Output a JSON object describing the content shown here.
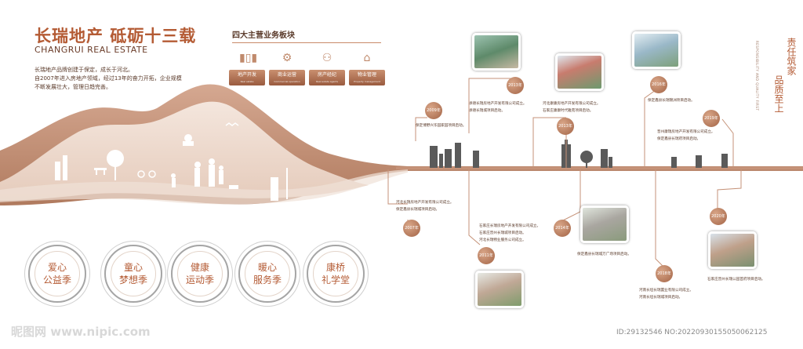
{
  "header": {
    "title_cn": "长瑞地产  砥砺十三载",
    "title_en": "CHANGRUI REAL ESTATE",
    "intro_lines": [
      "长瑞地产品牌创建于保定，成长于河北。",
      "自2007年进入房地产领域，经过13年的奋力开拓，企业规模",
      "不断发展壮大，管理日趋完善。"
    ]
  },
  "business": {
    "title": "四大主营业务板块",
    "items": [
      {
        "label": "地产开发",
        "sub": "Real estate",
        "icon": "buildings-icon"
      },
      {
        "label": "商业运营",
        "sub": "Commercial operation",
        "icon": "gear-icon"
      },
      {
        "label": "房产经纪",
        "sub": "Real estate agents",
        "icon": "people-icon"
      },
      {
        "label": "物业管理",
        "sub": "Property management",
        "icon": "house-icon"
      }
    ]
  },
  "slogan": {
    "line1": "责任筑家",
    "line2": "品质至上",
    "small": "RESPONSIBILITY AND QUALITY FIRST"
  },
  "values": [
    {
      "line1": "爱心",
      "line2": "公益季"
    },
    {
      "line1": "童心",
      "line2": "梦想季"
    },
    {
      "line1": "健康",
      "line2": "运动季"
    },
    {
      "line1": "暖心",
      "line2": "服务季"
    },
    {
      "line1": "康桥",
      "line2": "礼学堂"
    }
  ],
  "timeline": [
    {
      "year": "2007年",
      "lines": [
        "河北长瑞房地产开发有限公司成立。",
        "保定鑫县长瑞城项目启动。"
      ]
    },
    {
      "year": "2009年",
      "lines": [
        "保定博野兴华园家园项目启动。"
      ]
    },
    {
      "year": "2011年",
      "lines": [
        "石家庄长瑞房地产开发有限公司成立。",
        "石家庄晋州长瑞城项目启动。",
        "河北长瑞物业服务公司成立。"
      ]
    },
    {
      "year": "2013年",
      "lines": [
        "承德长瑞房地产开发有限公司成立。",
        "承德长瑞城项目启动。"
      ]
    },
    {
      "year": "2013年",
      "lines": [
        "河北康康房地产开发有限公司成立。",
        "石家庄康康时代雅苑项目启动。"
      ]
    },
    {
      "year": "2014年",
      "lines": [
        "保定鑫县长瑞城万广场项目启动。"
      ]
    },
    {
      "year": "2016年",
      "lines": [
        "保定鑫县长瑞锦洲项目启动。"
      ]
    },
    {
      "year": "2018年",
      "lines": [
        "河南长垣长瑞置业有限公司成立。",
        "河南长垣长瑞城项目启动。"
      ]
    },
    {
      "year": "2019年",
      "lines": [
        "晋州康瑞房地产开发有限公司成立。",
        "保定鑫县长瑞府项目启动。"
      ]
    },
    {
      "year": "2020年",
      "lines": [
        "石家庄晋州长瑞公园首府项目启动。"
      ]
    }
  ],
  "watermark": {
    "left": "昵图网 www.nipic.com",
    "right": "ID:29132546 NO:20220930155050062125"
  },
  "colors": {
    "brand": "#b45b34",
    "mountain": "#c59278",
    "text": "#5a3a2a"
  }
}
